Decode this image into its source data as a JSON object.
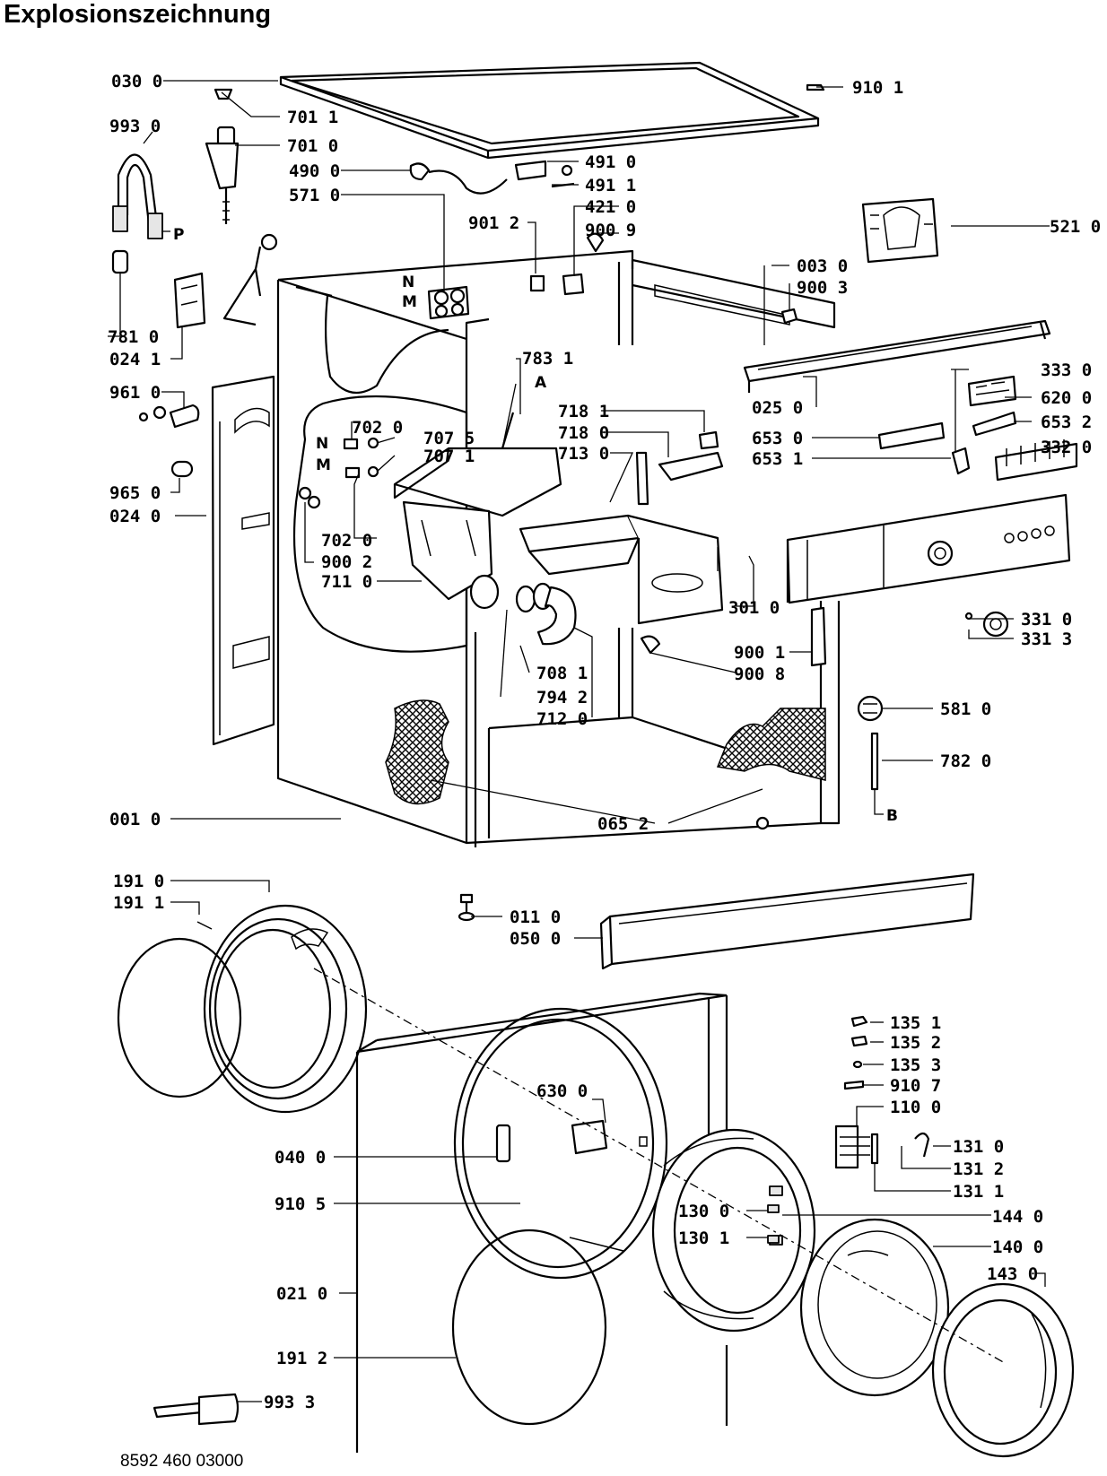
{
  "title": "Explosionszeichnung",
  "document_number": "8592 460 03000",
  "labels": {
    "p030_0": "030 0",
    "p701_1": "701 1",
    "p701_0": "701 0",
    "p993_0": "993 0",
    "p490_0": "490 0",
    "p491_0": "491 0",
    "p491_1": "491 1",
    "p571_0": "571 0",
    "p421_0": "421 0",
    "p901_2": "901 2",
    "p900_9": "900 9",
    "p910_1": "910 1",
    "p521_0": "521 0",
    "p003_0": "003 0",
    "p900_3": "900 3",
    "p781_0": "781 0",
    "p024_1": "024 1",
    "p783_1": "783 1",
    "p333_0": "333 0",
    "p620_0": "620 0",
    "p653_2": "653 2",
    "p332_0": "332 0",
    "p025_0": "025 0",
    "p653_0": "653 0",
    "p653_1": "653 1",
    "p961_0": "961 0",
    "p718_1": "718 1",
    "p718_0": "718 0",
    "p713_0": "713 0",
    "p702_0a": "702 0",
    "p707_5": "707 5",
    "p707_1": "707 1",
    "p965_0": "965 0",
    "p024_0": "024 0",
    "p702_0b": "702 0",
    "p900_2": "900 2",
    "p711_0": "711 0",
    "p301_0": "301 0",
    "p331_0": "331 0",
    "p331_3": "331 3",
    "p900_1": "900 1",
    "p900_8": "900 8",
    "p708_1": "708 1",
    "p794_2": "794 2",
    "p712_0": "712 0",
    "p581_0": "581 0",
    "p782_0": "782 0",
    "p001_0": "001 0",
    "p065_2": "065 2",
    "p191_0": "191 0",
    "p191_1": "191 1",
    "p011_0": "011 0",
    "p050_0": "050 0",
    "p135_1": "135 1",
    "p135_2": "135 2",
    "p135_3": "135 3",
    "p910_7": "910 7",
    "p110_0": "110 0",
    "p630_0": "630 0",
    "p131_0": "131 0",
    "p131_2": "131 2",
    "p131_1": "131 1",
    "p040_0": "040 0",
    "p910_5": "910 5",
    "p130_0": "130 0",
    "p130_1": "130 1",
    "p144_0": "144 0",
    "p140_0": "140 0",
    "p143_0": "143 0",
    "p021_0": "021 0",
    "p191_2": "191 2",
    "p993_3": "993 3"
  },
  "markers": {
    "P": "P",
    "N1": "N",
    "M1": "M",
    "N2": "N",
    "M2": "M",
    "A": "A",
    "B": "B"
  }
}
